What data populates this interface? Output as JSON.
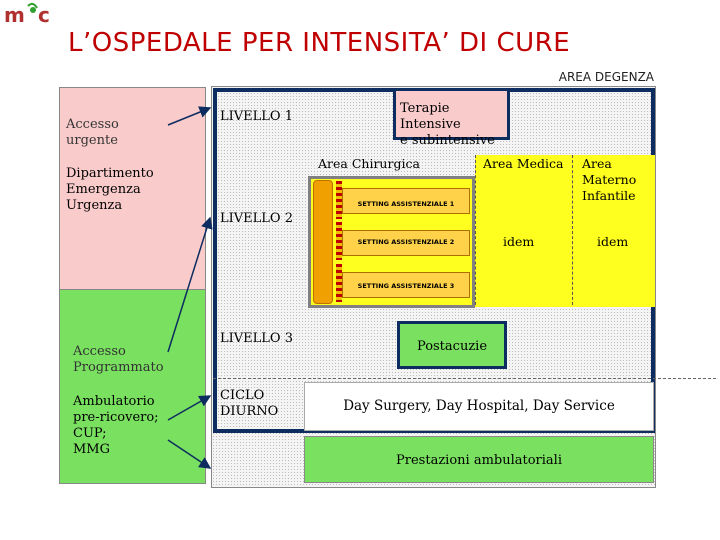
{
  "logo_text": "mc",
  "title": "L’OSPEDALE PER INTENSITA’ DI CURE",
  "area_degenza": "AREA DEGENZA",
  "left": {
    "accesso_urgente": "Accesso\nurgente",
    "dipartimento": "Dipartimento\nEmergenza\nUrgenza",
    "accesso_programmato": "Accesso\nProgrammato",
    "ambulatorio": "Ambulatorio\npre-ricovero;\nCUP;\nMMG"
  },
  "levels": {
    "l1": "LIVELLO 1",
    "l2": "LIVELLO 2",
    "l3": "LIVELLO 3",
    "ciclo": "CICLO\nDIURNO"
  },
  "boxes": {
    "terapie": "Terapie Intensive\ne subintensive",
    "area_chirurgica": "Area Chirurgica",
    "area_medica": "Area Medica",
    "area_materno": "Area\nMaterno\nInfantile",
    "idem_medica": "idem",
    "idem_materno": "idem",
    "postacuzie": "Postacuzie",
    "day_surgery": "Day Surgery, Day Hospital, Day Service",
    "prestazioni": "Prestazioni ambulatoriali"
  },
  "settings": [
    "SETTING ASSISTENZIALE 1",
    "SETTING ASSISTENZIALE 2",
    "SETTING ASSISTENZIALE 3"
  ],
  "colors": {
    "title": "#c00000",
    "border_navy": "#0d2c60",
    "pink": "#f9cbcb",
    "green": "#79e060",
    "yellow": "#ffff1f",
    "orange": "#f0a000"
  }
}
